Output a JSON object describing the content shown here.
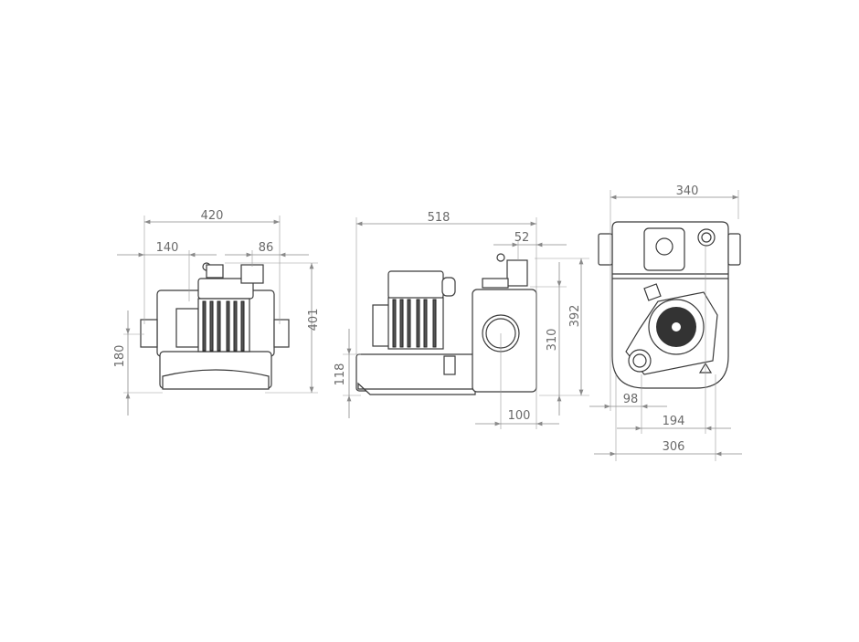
{
  "views": {
    "front": {
      "dimensions": {
        "width_total": "420",
        "left_offset": "140",
        "right_offset": "86",
        "height_total": "401",
        "inlet_height": "180"
      }
    },
    "side": {
      "dimensions": {
        "length_total": "518",
        "outlet_offset": "52",
        "height_total": "392",
        "tank_height": "310",
        "inlet_height": "118",
        "inlet_offset": "100"
      }
    },
    "top": {
      "dimensions": {
        "width_total": "340",
        "outlet_offset": "98",
        "inlet_spacing": "194",
        "base_width": "306"
      }
    }
  }
}
